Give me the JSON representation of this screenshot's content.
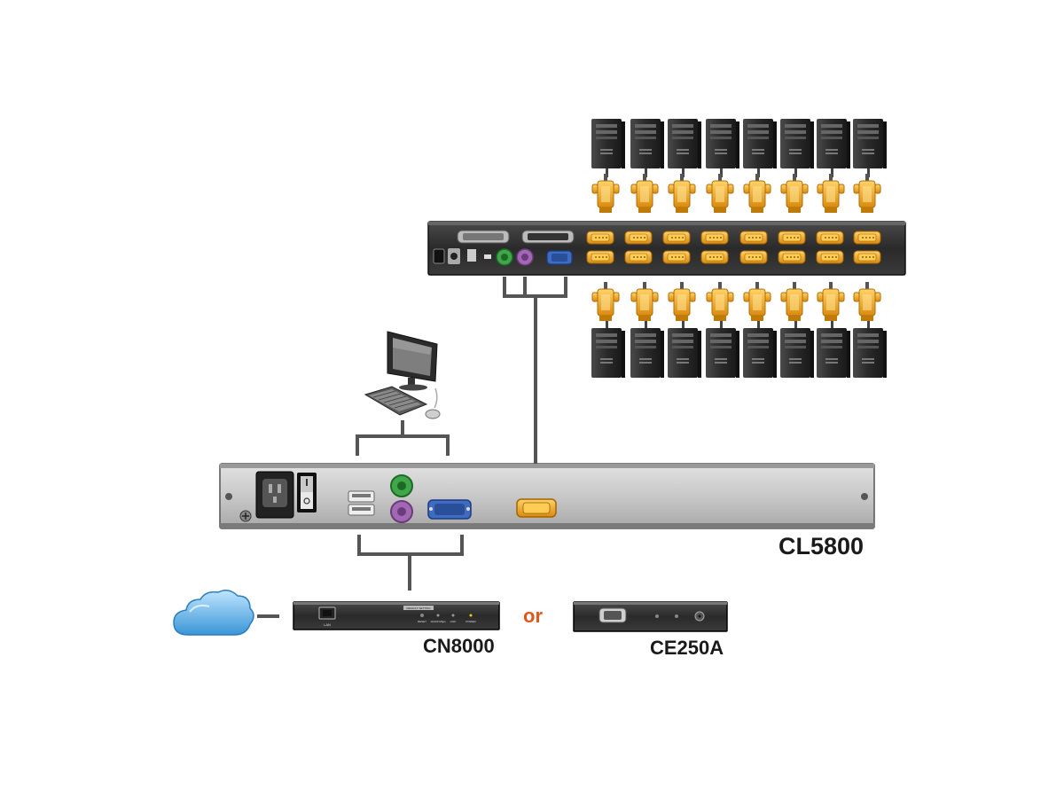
{
  "labels": {
    "main_unit": "CL5800",
    "ip_module": "CN8000",
    "or": "or",
    "extender": "CE250A"
  },
  "panel_text": {
    "lan": "LAN",
    "reset": "RESET",
    "power": "POWER",
    "link": "LINK",
    "mbps": "10/100 Mbps",
    "default": "DEFAULT SETTING"
  },
  "colors": {
    "background": "#ffffff",
    "panel_dark": "#2a2a2a",
    "panel_gray": "#c9c9c9",
    "connector_gold": "#f0a61a",
    "ps2_green": "#3fa64a",
    "ps2_purple": "#a268b4",
    "vga_blue": "#2f5cae",
    "cable_gray": "#555555",
    "or_text": "#e0571b",
    "cloud": "#4aa3dd"
  },
  "icons": {
    "computer": "tower-computer-icon",
    "monitor": "monitor-icon",
    "keyboard": "keyboard-icon",
    "mouse": "mouse-icon",
    "cloud": "cloud-network-icon"
  }
}
